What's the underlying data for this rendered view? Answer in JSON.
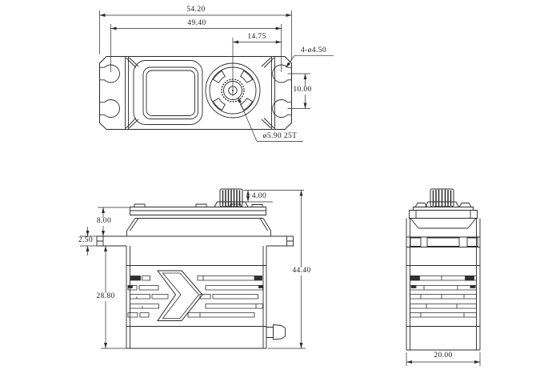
{
  "top_view": {
    "overall_length": "54.20",
    "mount_hole_spacing_length": "49.40",
    "shaft_center_to_hole_line": "14.75",
    "mount_holes": "4-ø4.50",
    "mount_hole_spacing_width": "10.00",
    "output_spline": "ø5.90 25T"
  },
  "front_view": {
    "spline_height": "4.00",
    "upper_case_height": "8.00",
    "flange_thickness": "2.50",
    "lower_case_height": "28.80",
    "overall_height": "44.40"
  },
  "side_view": {
    "case_width": "20.00"
  }
}
